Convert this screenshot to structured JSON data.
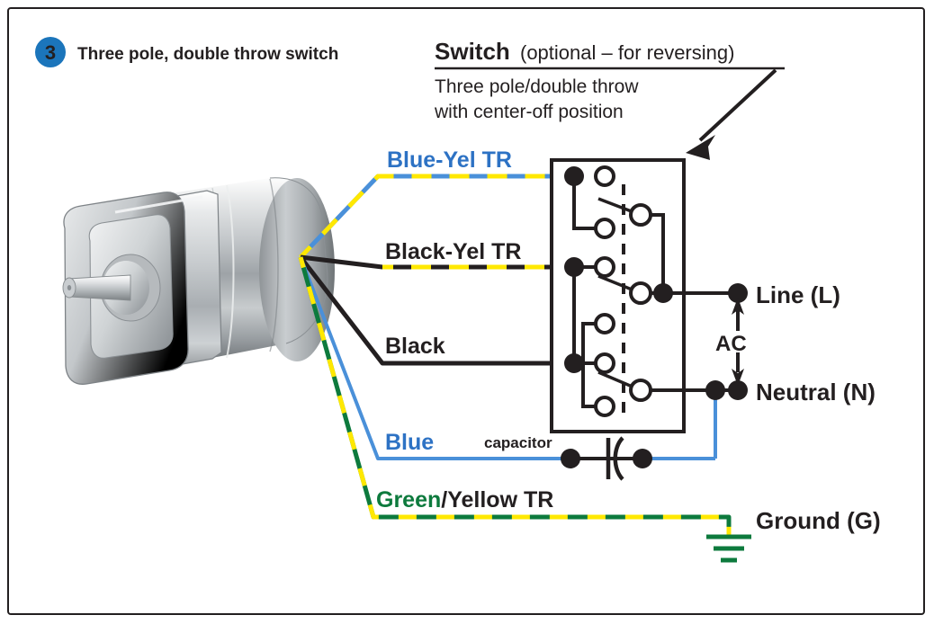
{
  "header": {
    "step_number": "3",
    "step_title": "Three pole, double throw switch",
    "switch_title": "Switch",
    "switch_subtitle": "(optional – for reversing)",
    "switch_desc_line1": "Three pole/double throw",
    "switch_desc_line2": "with center-off position"
  },
  "wire_labels": {
    "blue_yel_tr": "Blue-Yel TR",
    "black_yel_tr": "Black-Yel  TR",
    "black": "Black",
    "blue": "Blue",
    "green_yellow_prefix": "Green",
    "green_yellow_sep": "/",
    "green_yellow_suffix": "Yellow TR"
  },
  "component_labels": {
    "capacitor": "capacitor"
  },
  "terminals": {
    "line": "Line (L)",
    "ac": "AC",
    "neutral": "Neutral (N)",
    "ground": "Ground (G)"
  },
  "colors": {
    "badge_blue": "#1b75bb",
    "wire_blue": "#4a90d9",
    "wire_yellow": "#ffe800",
    "wire_green": "#0d7a3d",
    "wire_black": "#231f20",
    "label_blue": "#2d72c4",
    "label_green": "#0d7a3d",
    "frame": "#231f20",
    "motor_body": "#b9bcbe"
  },
  "icons": {
    "step_badge": "numbered-circle-badge",
    "motor": "gearmotor-illustration",
    "switch_box": "three-pole-double-throw-switch-symbol",
    "capacitor": "capacitor-symbol",
    "ground": "earth-ground-symbol",
    "ac_source": "ac-source-arrows",
    "pointer": "arrow-pointer"
  }
}
